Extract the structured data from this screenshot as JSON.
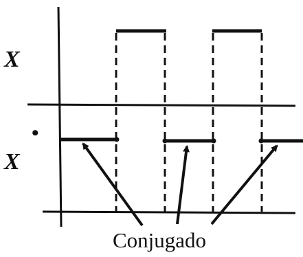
{
  "labels": {
    "signal": "X",
    "conjugate_signal": "X",
    "dot": "•",
    "caption": "Conjugado"
  },
  "colors": {
    "ink": "#111111",
    "background": "#ffffff"
  }
}
